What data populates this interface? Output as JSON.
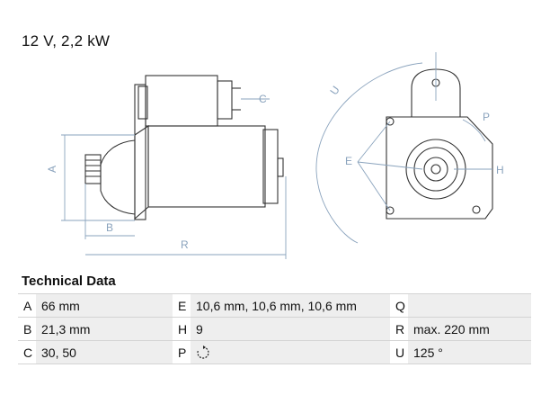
{
  "spec": {
    "voltage_power": "12 V, 2,2 kW"
  },
  "drawing": {
    "labels": {
      "A": "A",
      "B": "B",
      "C": "C",
      "R": "R",
      "U": "U",
      "P": "P",
      "E": "E",
      "H": "H"
    }
  },
  "technical_data": {
    "heading": "Technical Data",
    "rows": [
      [
        {
          "key": "A",
          "value": "66 mm"
        },
        {
          "key": "E",
          "value": "10,6 mm, 10,6 mm, 10,6 mm"
        },
        {
          "key": "Q",
          "value": ""
        }
      ],
      [
        {
          "key": "B",
          "value": "21,3 mm"
        },
        {
          "key": "H",
          "value": "9"
        },
        {
          "key": "R",
          "value": "max. 220 mm"
        }
      ],
      [
        {
          "key": "C",
          "value": "30, 50"
        },
        {
          "key": "P",
          "value": "",
          "icon": "clockwise-rotation-icon"
        },
        {
          "key": "U",
          "value": "125 °"
        }
      ]
    ]
  }
}
